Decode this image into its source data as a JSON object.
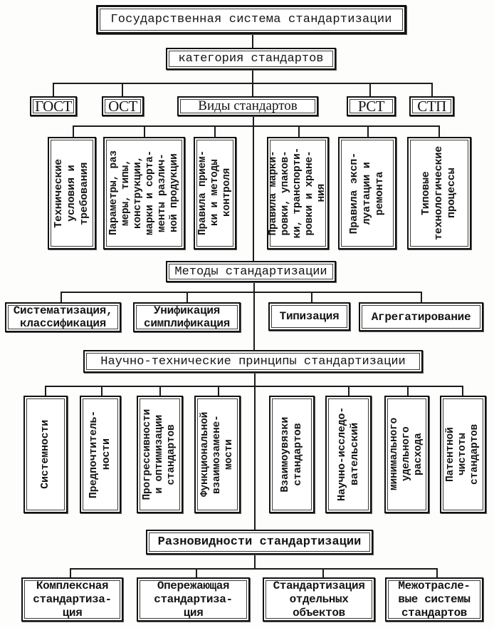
{
  "diagram": {
    "root": "Государственная система стандартизации",
    "categories": {
      "heading": "категория стандартов",
      "items": [
        "ГОСТ",
        "ОСТ",
        "Виды стандартов",
        "РСТ",
        "СТП"
      ]
    },
    "standard_types": [
      "Технические\nусловия и\nтребования",
      "Параметры, раз\nмеры, типы,\nконструкции,\nмарки и сорта-\nменты различ-\nной продукции",
      "Правила прием-\nки и методы\nконтроля",
      "Правила марки-\nровки, упаков-\nки, транспорти-\nровки и хране-\nния",
      "Правила эксп-\nлуатации и\nремонта",
      "Типовые\nтехнологические\nпроцессы"
    ],
    "methods": {
      "heading": "Методы стандартизации",
      "items": [
        "Систематизация,\nклассификация",
        "Унификация\nсимплификация",
        "Типизация",
        "Агрегатирование"
      ]
    },
    "principles": {
      "heading": "Научно-технические принципы стандартизации",
      "items": [
        "Системности",
        "Предпочтитель-\nности",
        "Прогрессивности\nи оптимизации\nстандартов",
        "Функциональной\nвзаимозамене-\nмости",
        "Взаимоувязки\nстандартов",
        "Научно-исследо-\nвательский",
        "минимального\nудельного\nрасхода",
        "Патентной\nчистоты\nстандартов"
      ]
    },
    "varieties": {
      "heading": "Разновидности стандартизации",
      "items": [
        "Комплексная\nстандартиза-\nция",
        "Опережающая\nстандартиза-\nция",
        "Стандартизация\nотдельных\nобъектов",
        "Межотрасле-\nвые системы\nстандартов"
      ]
    }
  }
}
